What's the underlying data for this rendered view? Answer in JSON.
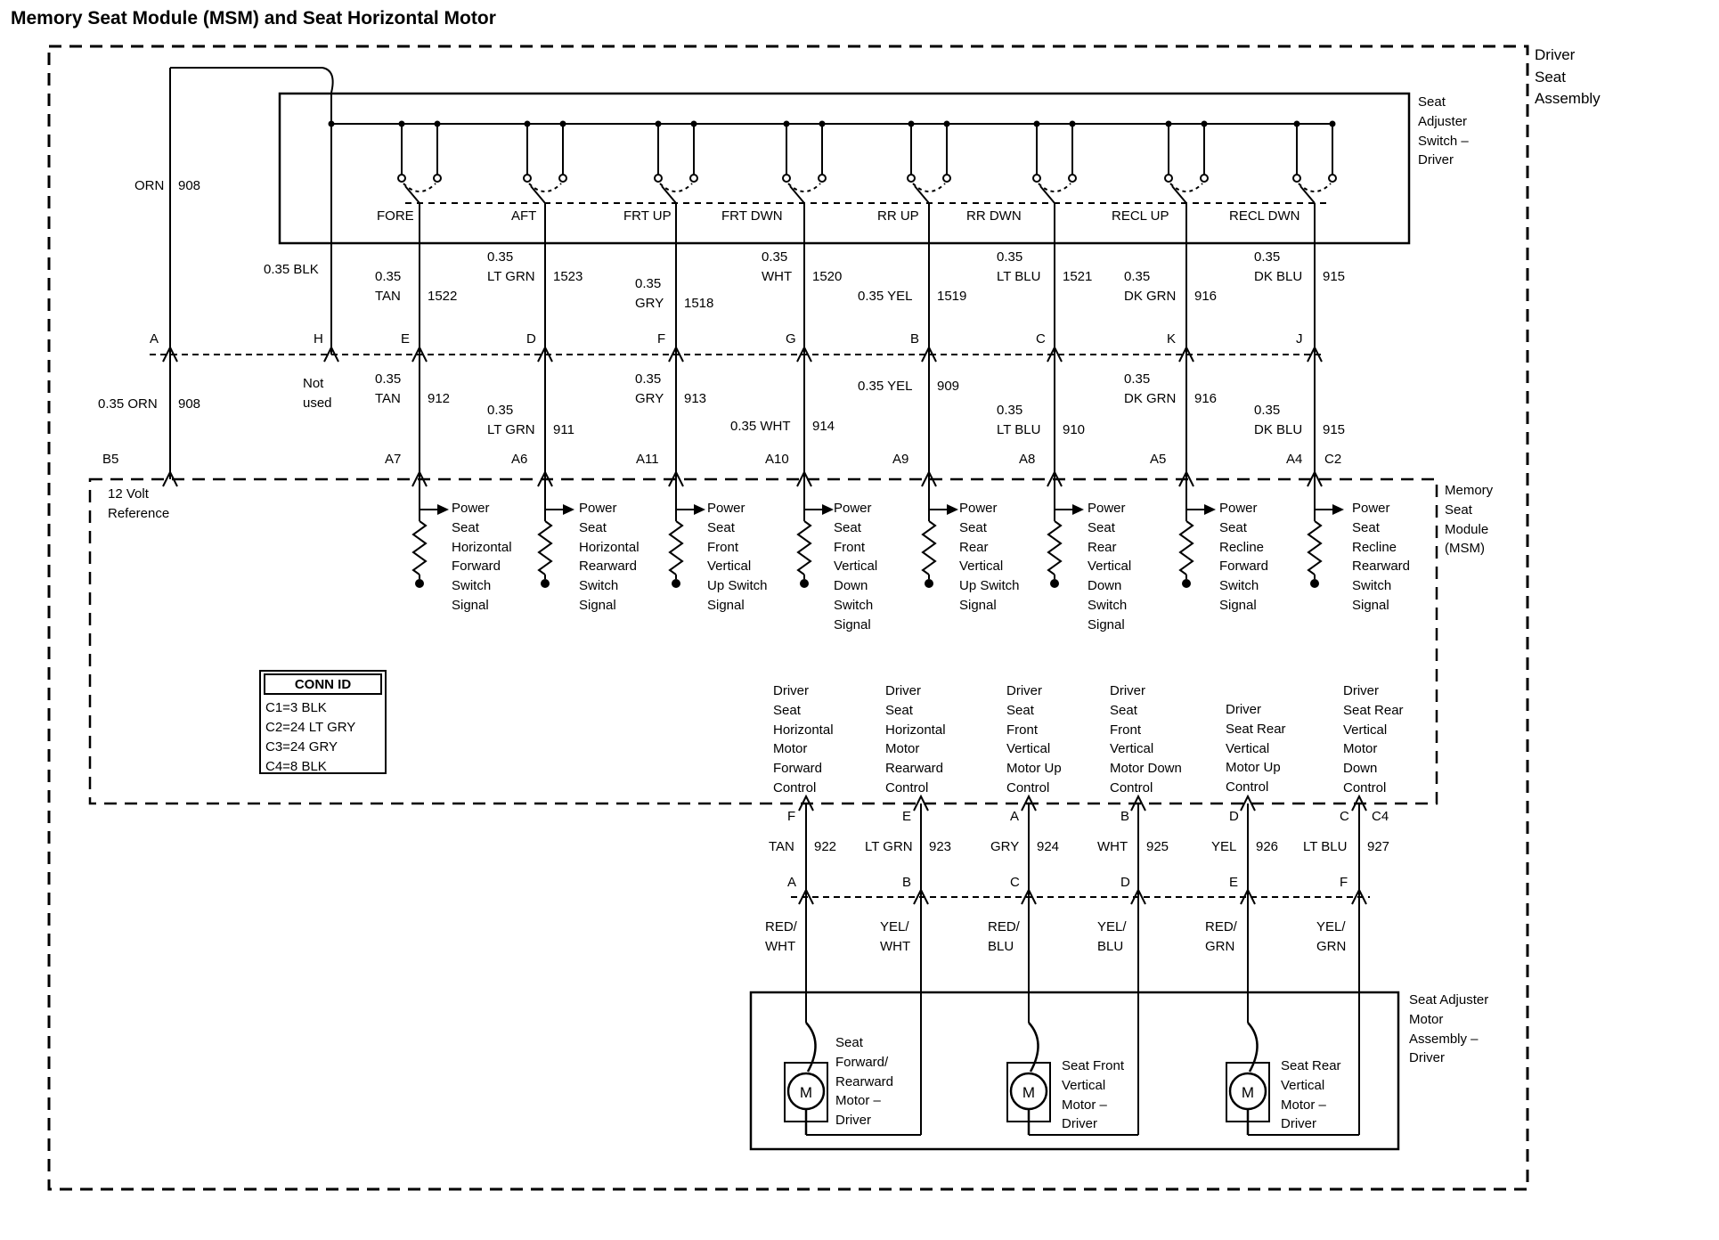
{
  "title": "Memory Seat Module (MSM) and Seat Horizontal Motor",
  "assembly": {
    "driver_seat": "Driver\nSeat\nAssembly",
    "switch": "Seat\nAdjuster\nSwitch –\nDriver",
    "msm": "Memory\nSeat\nModule\n(MSM)",
    "motor_assembly": "Seat Adjuster\nMotor\nAssembly –\nDriver"
  },
  "switch_positions": [
    "FORE",
    "AFT",
    "FRT UP",
    "FRT DWN",
    "RR UP",
    "RR DWN",
    "RECL UP",
    "RECL DWN"
  ],
  "top_wires": {
    "orn": {
      "color": "ORN",
      "circuit": "908"
    },
    "blk": "0.35 BLK",
    "cols": [
      {
        "spec": "0.35\nTAN",
        "circuit": "1522"
      },
      {
        "spec": "0.35\nLT GRN",
        "circuit": "1523"
      },
      {
        "spec": "0.35\nGRY",
        "circuit": "1518"
      },
      {
        "spec": "0.35\nWHT",
        "circuit": "1520"
      },
      {
        "spec": "0.35 YEL",
        "circuit": "1519"
      },
      {
        "spec": "0.35\nLT BLU",
        "circuit": "1521"
      },
      {
        "spec": "0.35\nDK GRN",
        "circuit": "916"
      },
      {
        "spec": "0.35\nDK BLU",
        "circuit": "915"
      }
    ]
  },
  "connector1_pins": [
    "A",
    "H",
    "E",
    "D",
    "F",
    "G",
    "B",
    "C",
    "K",
    "J"
  ],
  "not_used": "Not\nused",
  "mid_wires": {
    "orn": {
      "spec": "0.35 ORN",
      "circuit": "908"
    },
    "cols": [
      {
        "spec": "0.35\nTAN",
        "circuit": "912"
      },
      {
        "spec": "0.35\nLT GRN",
        "circuit": "911"
      },
      {
        "spec": "0.35\nGRY",
        "circuit": "913"
      },
      {
        "spec": "0.35 WHT",
        "circuit": "914"
      },
      {
        "spec": "0.35 YEL",
        "circuit": "909"
      },
      {
        "spec": "0.35\nLT BLU",
        "circuit": "910"
      },
      {
        "spec": "0.35\nDK GRN",
        "circuit": "916"
      },
      {
        "spec": "0.35\nDK BLU",
        "circuit": "915"
      }
    ]
  },
  "msm": {
    "top_pins": [
      "B5",
      "A7",
      "A6",
      "A11",
      "A10",
      "A9",
      "A8",
      "A5",
      "A4",
      "C2"
    ],
    "reference": "12 Volt\nReference",
    "signals": [
      "Power\nSeat\nHorizontal\nForward\nSwitch\nSignal",
      "Power\nSeat\nHorizontal\nRearward\nSwitch\nSignal",
      "Power\nSeat\nFront\nVertical\nUp Switch\nSignal",
      "Power\nSeat\nFront\nVertical\nDown\nSwitch\nSignal",
      "Power\nSeat\nRear\nVertical\nUp Switch\nSignal",
      "Power\nSeat\nRear\nVertical\nDown\nSwitch\nSignal",
      "Power\nSeat\nRecline\nForward\nSwitch\nSignal",
      "Power\nSeat\nRecline\nRearward\nSwitch\nSignal"
    ],
    "conn_id": {
      "title": "CONN ID",
      "rows": [
        "C1=3 BLK",
        "C2=24 LT GRY",
        "C3=24 GRY",
        "C4=8 BLK"
      ]
    },
    "outputs": [
      "Driver\nSeat\nHorizontal\nMotor\nForward\nControl",
      "Driver\nSeat\nHorizontal\nMotor\nRearward\nControl",
      "Driver\nSeat\nFront\nVertical\nMotor Up\nControl",
      "Driver\nSeat\nFront\nVertical\nMotor Down\nControl",
      "Driver\nSeat Rear\nVertical\nMotor Up\nControl",
      "Driver\nSeat Rear\nVertical\nMotor\nDown\nControl"
    ],
    "bottom_pins": [
      "F",
      "E",
      "A",
      "B",
      "D",
      "C"
    ],
    "bottom_connector": "C4"
  },
  "bottom_wires": [
    {
      "spec": "TAN",
      "circuit": "922"
    },
    {
      "spec": "LT GRN",
      "circuit": "923"
    },
    {
      "spec": "GRY",
      "circuit": "924"
    },
    {
      "spec": "WHT",
      "circuit": "925"
    },
    {
      "spec": "YEL",
      "circuit": "926"
    },
    {
      "spec": "LT BLU",
      "circuit": "927"
    }
  ],
  "connector2_pins": [
    "A",
    "B",
    "C",
    "D",
    "E",
    "F"
  ],
  "motor_wire_colors": [
    "RED/\nWHT",
    "YEL/\nWHT",
    "RED/\nBLU",
    "YEL/\nBLU",
    "RED/\nGRN",
    "YEL/\nGRN"
  ],
  "motors": [
    {
      "label": "Seat\nForward/\nRearward\nMotor –\nDriver",
      "symbol": "M"
    },
    {
      "label": "Seat Front\nVertical\nMotor –\nDriver",
      "symbol": "M"
    },
    {
      "label": "Seat Rear\nVertical\nMotor –\nDriver",
      "symbol": "M"
    }
  ]
}
